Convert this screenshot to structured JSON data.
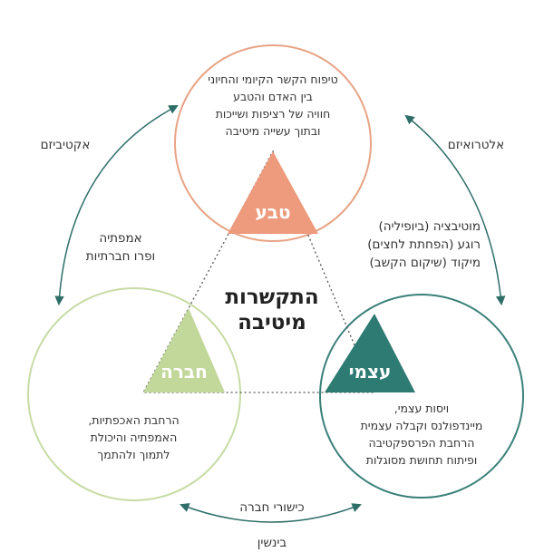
{
  "colors": {
    "nature": "#EE9A7C",
    "nature_stroke": "#E8A385",
    "society": "#C2D79A",
    "society_stroke": "#C8DBA5",
    "self": "#2E7B73",
    "self_stroke": "#3A8079",
    "arrow": "#2E6E68",
    "text": "#333333"
  },
  "center": {
    "line1": "התקשרות",
    "line2": "מיטיבה"
  },
  "nature": {
    "label": "טבע",
    "lines": [
      "טיפוח הקשר הקיומי והחיוני",
      "בין האדם והטבע",
      "חוויה של רציפות ושייכות",
      "ובתוך עשייה מיטיבה"
    ]
  },
  "society": {
    "label": "חברה",
    "lines": [
      "הרחבת האכפתיות,",
      "האמפתיה והיכולת",
      "לתמוך ולהתמך"
    ]
  },
  "self": {
    "label": "עצמי",
    "lines": [
      "ויסות עצמי,",
      "מיינדפולנס וקבלה עצמית",
      "הרחבת הפרספקטיבה",
      "ופיתוח תחושת מסוגלות"
    ]
  },
  "left_side": {
    "arrow_label": "אקטיביזם",
    "lines": [
      "אמפתיה",
      "ופרו חברתיות"
    ]
  },
  "right_side": {
    "arrow_label": "אלטרואיזם",
    "lines": [
      "מוטיבציה (ביופיליה)",
      "רוגע (הפחתת לחצים)",
      "מיקוד (שיקום הקשב)"
    ]
  },
  "bottom": {
    "arrow_label": "כישורי חברה",
    "cut_label": "בינשין"
  }
}
